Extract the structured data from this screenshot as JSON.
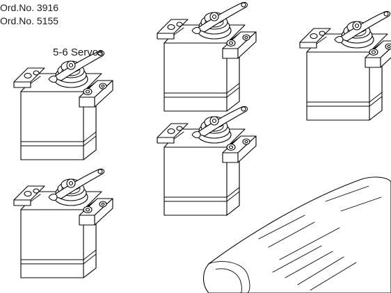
{
  "labels": {
    "order_no_1": "Ord.No. 3916",
    "order_no_2": "Ord.No. 5155",
    "servo_caption": "5-6 Servos"
  },
  "illustration": {
    "servo_count": 5,
    "includes_sleeve": true,
    "line_color": "#000000",
    "background": "#ffffff"
  }
}
